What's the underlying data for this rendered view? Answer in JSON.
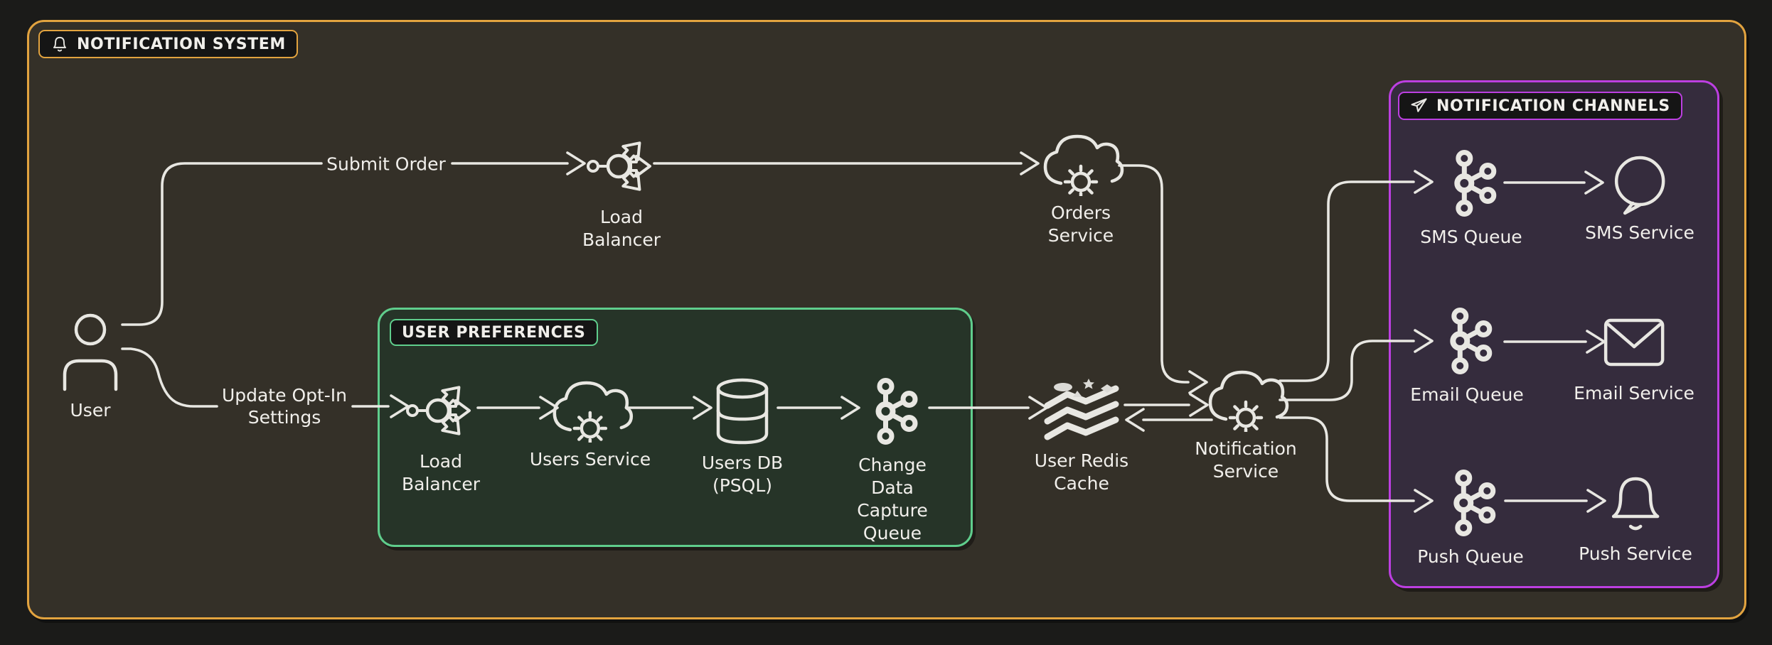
{
  "diagram": {
    "system_label": "NOTIFICATION SYSTEM",
    "groups": {
      "user_preferences": "USER PREFERENCES",
      "notification_channels": "NOTIFICATION CHANNELS"
    },
    "nodes": {
      "user": "User",
      "load_balancer_top": "Load Balancer",
      "orders_service": "Orders Service",
      "load_balancer_prefs": "Load Balancer",
      "users_service": "Users Service",
      "users_db": "Users DB (PSQL)",
      "cdc_queue": "Change Data Capture Queue",
      "redis_cache": "User Redis Cache",
      "notification_service": "Notification Service",
      "sms_queue": "SMS Queue",
      "sms_service": "SMS Service",
      "email_queue": "Email Queue",
      "email_service": "Email Service",
      "push_queue": "Push Queue",
      "push_service": "Push Service"
    },
    "edges": {
      "submit_order": "Submit Order",
      "update_opt_in": "Update Opt-In Settings"
    },
    "colors": {
      "system_border": "#e2a33f",
      "preferences_border": "#5fcd8c",
      "channels_border": "#bc3fe1",
      "stroke": "#e8e7e2",
      "text": "#f1efeb",
      "background": "#343028",
      "canvas": "#1b1b19",
      "preferences_fill": "#263428",
      "channels_fill": "#352c3d",
      "label_chip_bg": "#151515"
    }
  }
}
